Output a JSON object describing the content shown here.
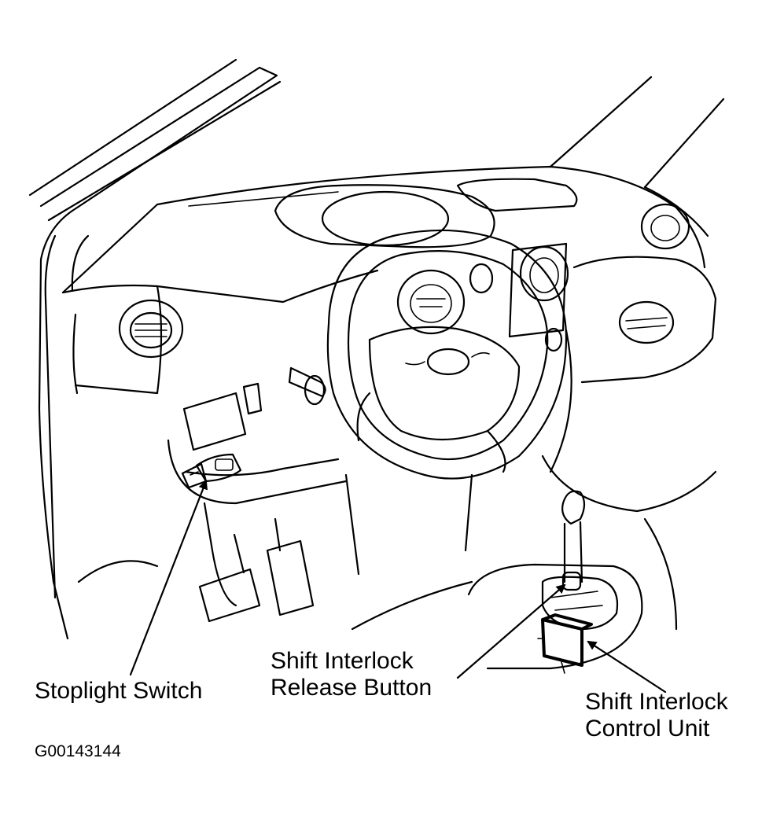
{
  "labels": {
    "stoplight_switch": "Stoplight Switch",
    "release_button_line1": "Shift Interlock",
    "release_button_line2": "Release Button",
    "control_unit_line1": "Shift Interlock",
    "control_unit_line2": "Control Unit"
  },
  "figure_code": "G00143144"
}
